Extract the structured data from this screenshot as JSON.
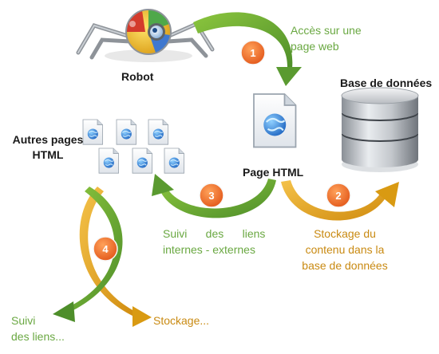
{
  "diagram": {
    "robot_label": "Robot",
    "database_label": "Base de données",
    "page_html_label": "Page HTML",
    "other_pages_line1": "Autres pages",
    "other_pages_line2": "HTML",
    "steps": [
      {
        "number": "1",
        "lines": [
          "Accès sur une",
          "page web"
        ]
      },
      {
        "number": "2",
        "lines": [
          "Stockage du",
          "contenu dans la",
          "base de données"
        ]
      },
      {
        "number": "3",
        "lines": [
          "Suivi      des      liens",
          "internes - externes"
        ]
      },
      {
        "number": "4",
        "lines": []
      }
    ],
    "bottom_green_line1": "Suivi",
    "bottom_green_line2": "des liens...",
    "bottom_orange": "Stockage...",
    "colors": {
      "green": "#6aa842",
      "orange": "#e3a315",
      "badge": "#ef6c1e",
      "page_icon_globe": "#2f7fd6"
    },
    "icons": [
      "robot-spider-icon",
      "database-icon",
      "html-page-icon",
      "html-page-icon"
    ]
  }
}
